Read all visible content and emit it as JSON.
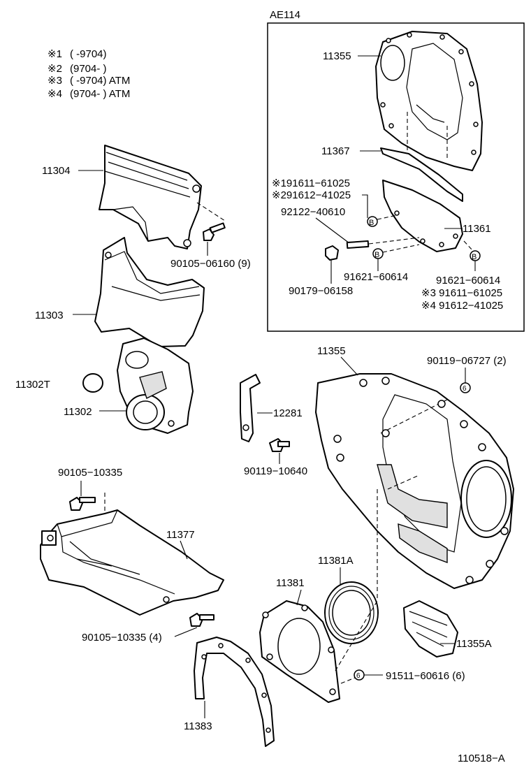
{
  "notes": [
    {
      "mark": "※1",
      "text": "(        -9704)"
    },
    {
      "mark": "※2",
      "text": "(9704-        )"
    },
    {
      "mark": "※3",
      "text": "(        -9704) ATM"
    },
    {
      "mark": "※4",
      "text": "(9704-        ) ATM"
    }
  ],
  "inset": {
    "title": "AE114",
    "labels": {
      "p11355": "11355",
      "p11367": "11367",
      "n1": "※191611−61025",
      "n2": "※291612−41025",
      "p92122": "92122−40610",
      "p11361": "11361",
      "p91621a": "91621−60614",
      "p91621b": "91621−60614",
      "p90179": "90179−06158",
      "n3": "※3  91611−61025",
      "n4": "※4  91612−41025"
    },
    "callout_letter": "B"
  },
  "labels": {
    "p11304": "11304",
    "p90105_06160": "90105−06160 (9)",
    "p11303": "11303",
    "p11302T": "11302T",
    "p11302": "11302",
    "p11355": "11355",
    "p90119_06727": "90119−06727 (2)",
    "p12281": "12281",
    "p90119_10640": "90119−10640",
    "p90105_10335": "90105−10335",
    "p11377": "11377",
    "p90105_10335_4": "90105−10335 (4)",
    "p11381A": "11381A",
    "p11381": "11381",
    "p11355A": "11355A",
    "p91511": "91511−60616 (6)",
    "p11383": "11383"
  },
  "callout_letter_main": "6",
  "footer": "110518−A"
}
